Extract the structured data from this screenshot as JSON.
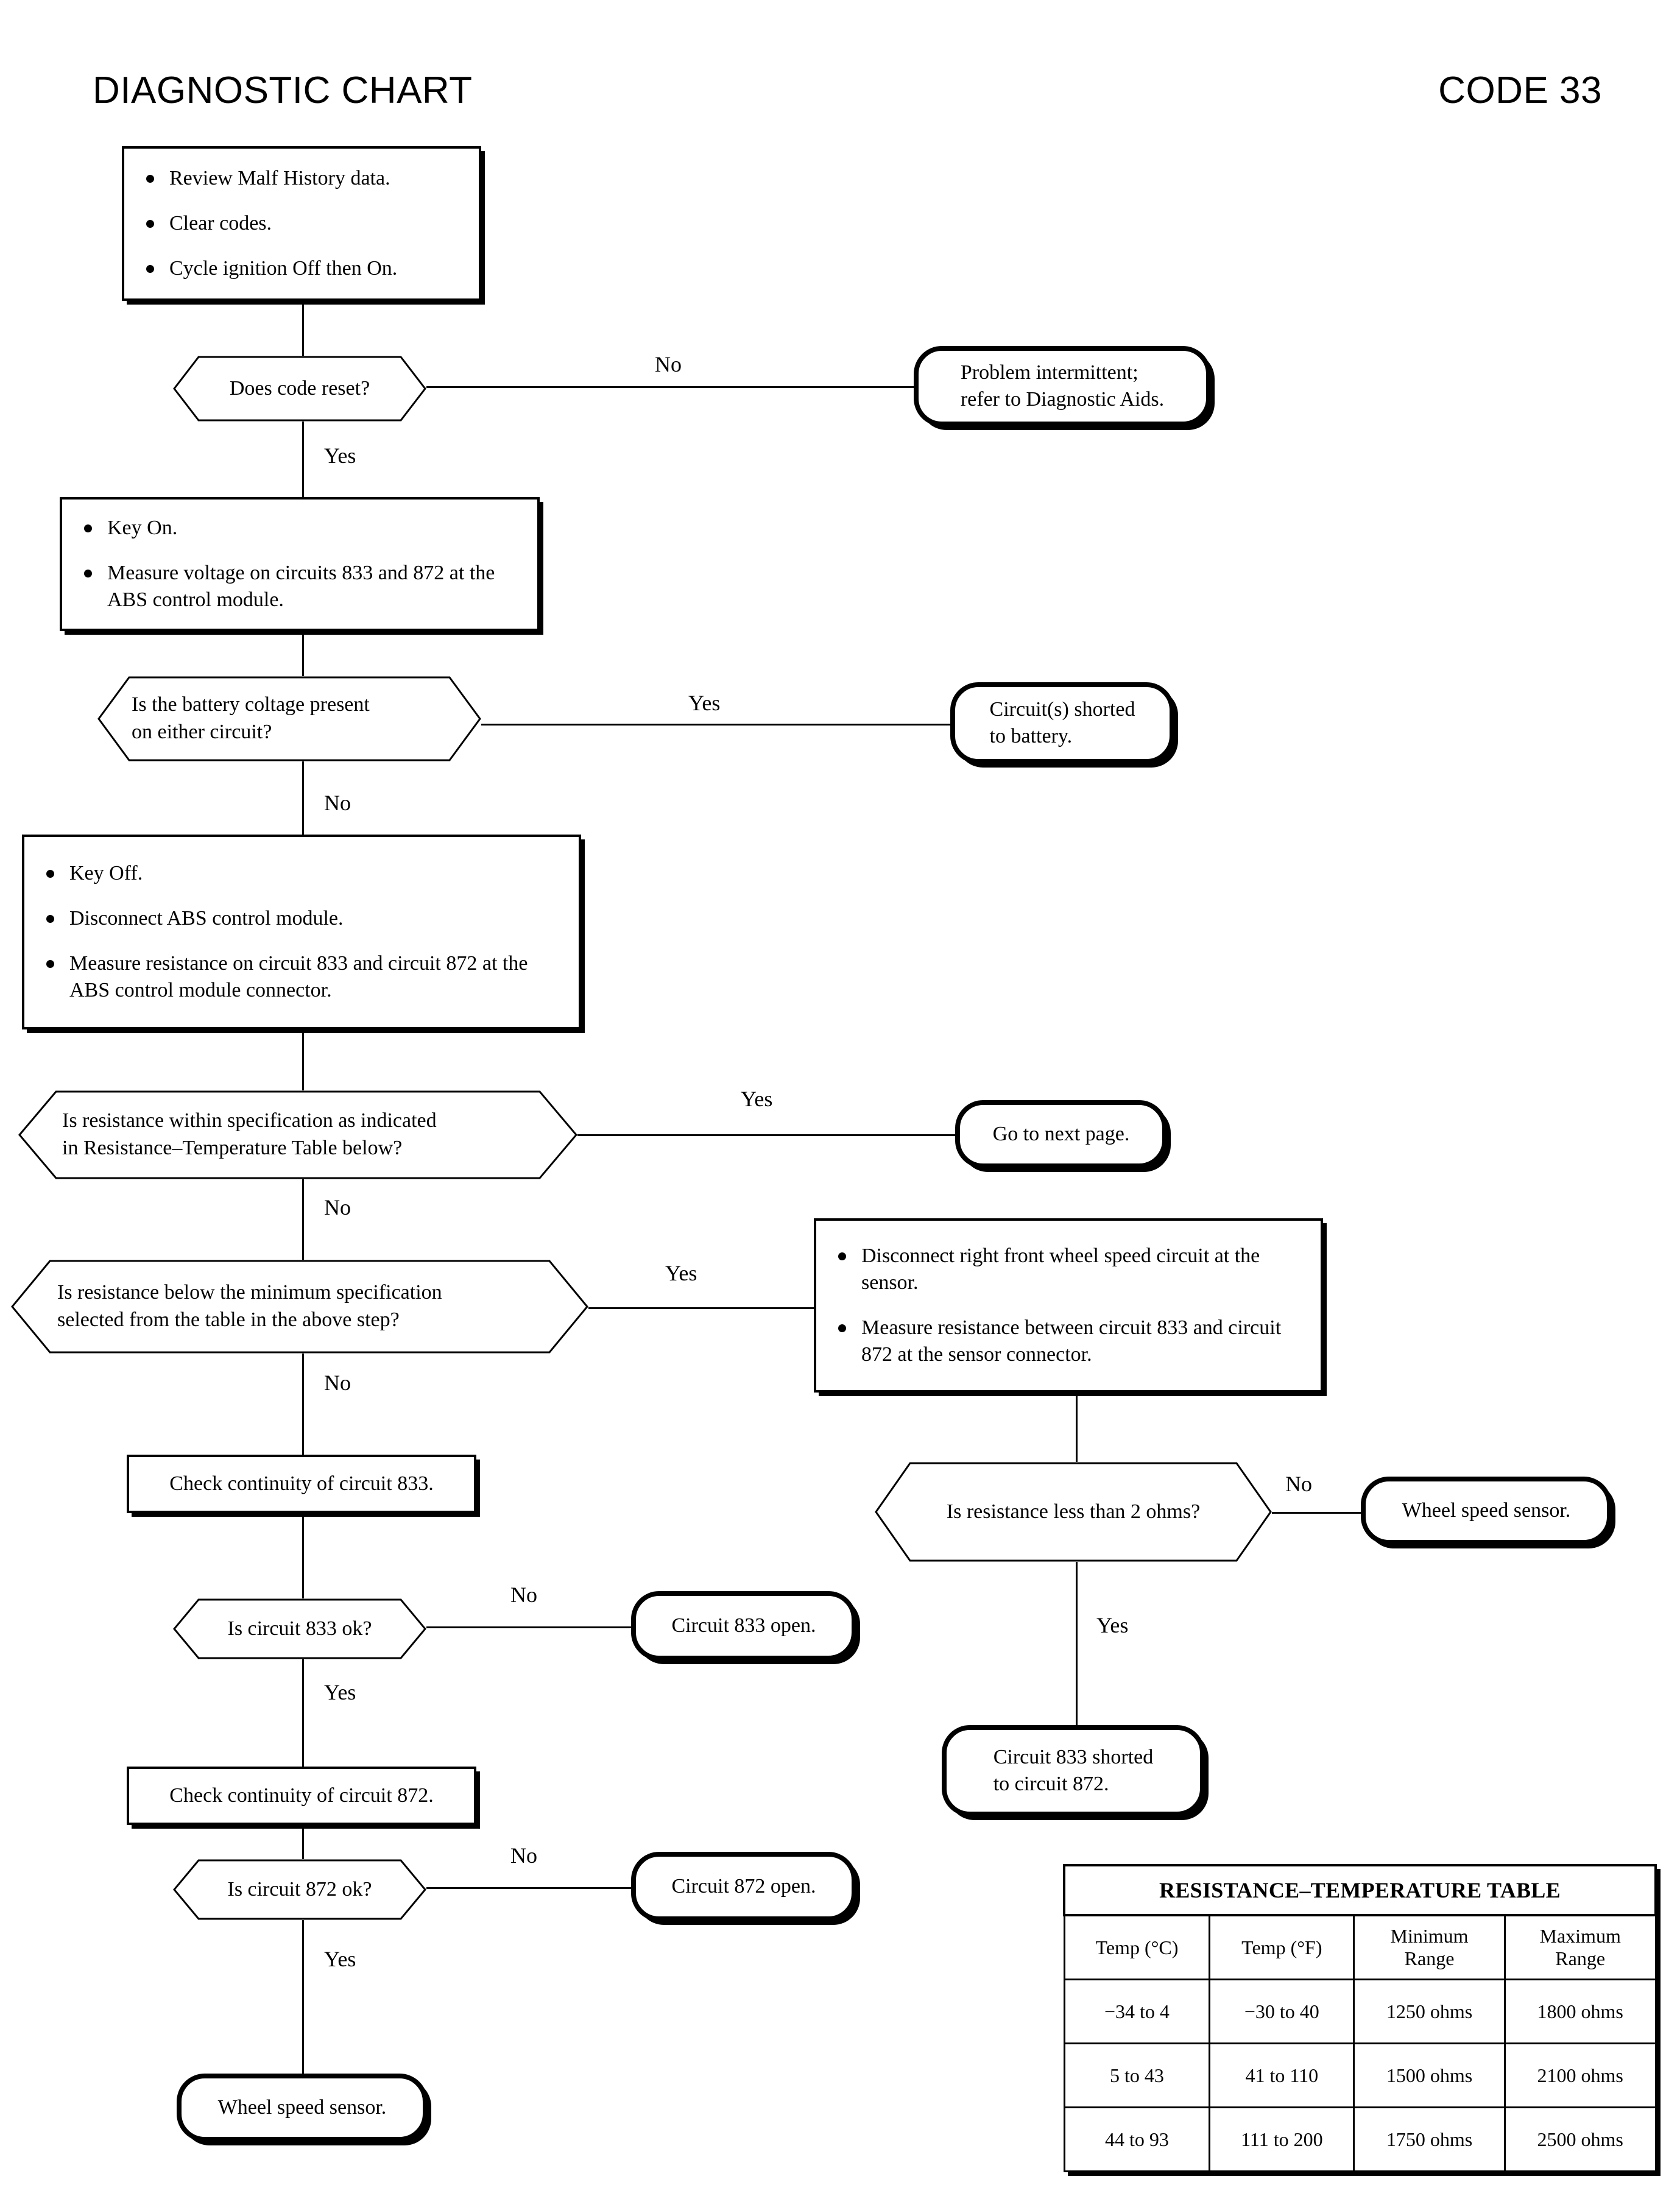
{
  "header": {
    "title": "DIAGNOSTIC CHART",
    "code": "CODE 33"
  },
  "nodes": {
    "step1": {
      "type": "process",
      "bullets": [
        "Review Malf History data.",
        "Clear codes.",
        "Cycle ignition Off then On."
      ]
    },
    "decision_code_reset": {
      "type": "decision",
      "text": "Does code reset?"
    },
    "term_intermittent": {
      "type": "terminal",
      "line1": "Problem intermittent;",
      "line2": "refer to Diagnostic Aids."
    },
    "step2": {
      "type": "process",
      "bullets": [
        "Key On.",
        "Measure voltage on circuits 833 and 872 at the ABS control module."
      ]
    },
    "decision_battery_voltage": {
      "type": "decision",
      "line1": "Is the battery coltage present",
      "line2": "on either circuit?"
    },
    "term_shorted_battery": {
      "type": "terminal",
      "line1": "Circuit(s) shorted",
      "line2": "to battery."
    },
    "step3": {
      "type": "process",
      "bullets": [
        "Key Off.",
        "Disconnect ABS control module.",
        "Measure resistance on circuit 833 and circuit 872 at the ABS control module connector."
      ]
    },
    "decision_within_spec": {
      "type": "decision",
      "line1": "Is resistance within specification as indicated",
      "line2": "in Resistance–Temperature Table below?"
    },
    "term_next_page": {
      "type": "terminal",
      "line1": "Go to next page."
    },
    "decision_below_min": {
      "type": "decision",
      "line1": "Is resistance below the minimum specification",
      "line2": "selected from the table in the above step?"
    },
    "step4": {
      "type": "process",
      "bullets": [
        "Disconnect right front wheel speed circuit at the sensor.",
        "Measure resistance between circuit 833 and circuit 872 at the sensor connector."
      ]
    },
    "step_check_833": {
      "type": "process",
      "text": "Check continuity of circuit 833."
    },
    "decision_833_ok": {
      "type": "decision",
      "text": "Is circuit 833 ok?"
    },
    "term_833_open": {
      "type": "terminal",
      "line1": "Circuit 833 open."
    },
    "step_check_872": {
      "type": "process",
      "text": "Check continuity of circuit 872."
    },
    "decision_872_ok": {
      "type": "decision",
      "text": "Is circuit 872 ok?"
    },
    "term_872_open": {
      "type": "terminal",
      "line1": "Circuit 872 open."
    },
    "term_wheel_sensor_bottom": {
      "type": "terminal",
      "line1": "Wheel speed sensor."
    },
    "decision_less_2_ohms": {
      "type": "decision",
      "text": "Is resistance less than 2 ohms?"
    },
    "term_wheel_sensor_right": {
      "type": "terminal",
      "line1": "Wheel speed sensor."
    },
    "term_833_shorted_872": {
      "type": "terminal",
      "line1": "Circuit 833 shorted",
      "line2": "to circuit 872."
    }
  },
  "edge_labels": {
    "code_reset_no": "No",
    "code_reset_yes": "Yes",
    "battery_yes": "Yes",
    "battery_no": "No",
    "within_spec_yes": "Yes",
    "within_spec_no": "No",
    "below_min_yes": "Yes",
    "below_min_no": "No",
    "c833_no": "No",
    "c833_yes": "Yes",
    "c872_no": "No",
    "c872_yes": "Yes",
    "less2_no": "No",
    "less2_yes": "Yes"
  },
  "resistance_table": {
    "title": "RESISTANCE–TEMPERATURE TABLE",
    "columns": [
      "Temp (°C)",
      "Temp (°F)",
      "Minimum Range",
      "Maximum Range"
    ],
    "columns_split": [
      {
        "l1": "",
        "l2": "Temp (°C)"
      },
      {
        "l1": "",
        "l2": "Temp (°F)"
      },
      {
        "l1": "Minimum",
        "l2": "Range"
      },
      {
        "l1": "Maximum",
        "l2": "Range"
      }
    ],
    "rows": [
      [
        "−34 to 4",
        "−30 to 40",
        "1250 ohms",
        "1800 ohms"
      ],
      [
        "5 to 43",
        "41 to 110",
        "1500 ohms",
        "2100 ohms"
      ],
      [
        "44 to 93",
        "111 to 200",
        "1750 ohms",
        "2500 ohms"
      ]
    ]
  },
  "colors": {
    "ink": "#000000",
    "paper": "#ffffff"
  }
}
